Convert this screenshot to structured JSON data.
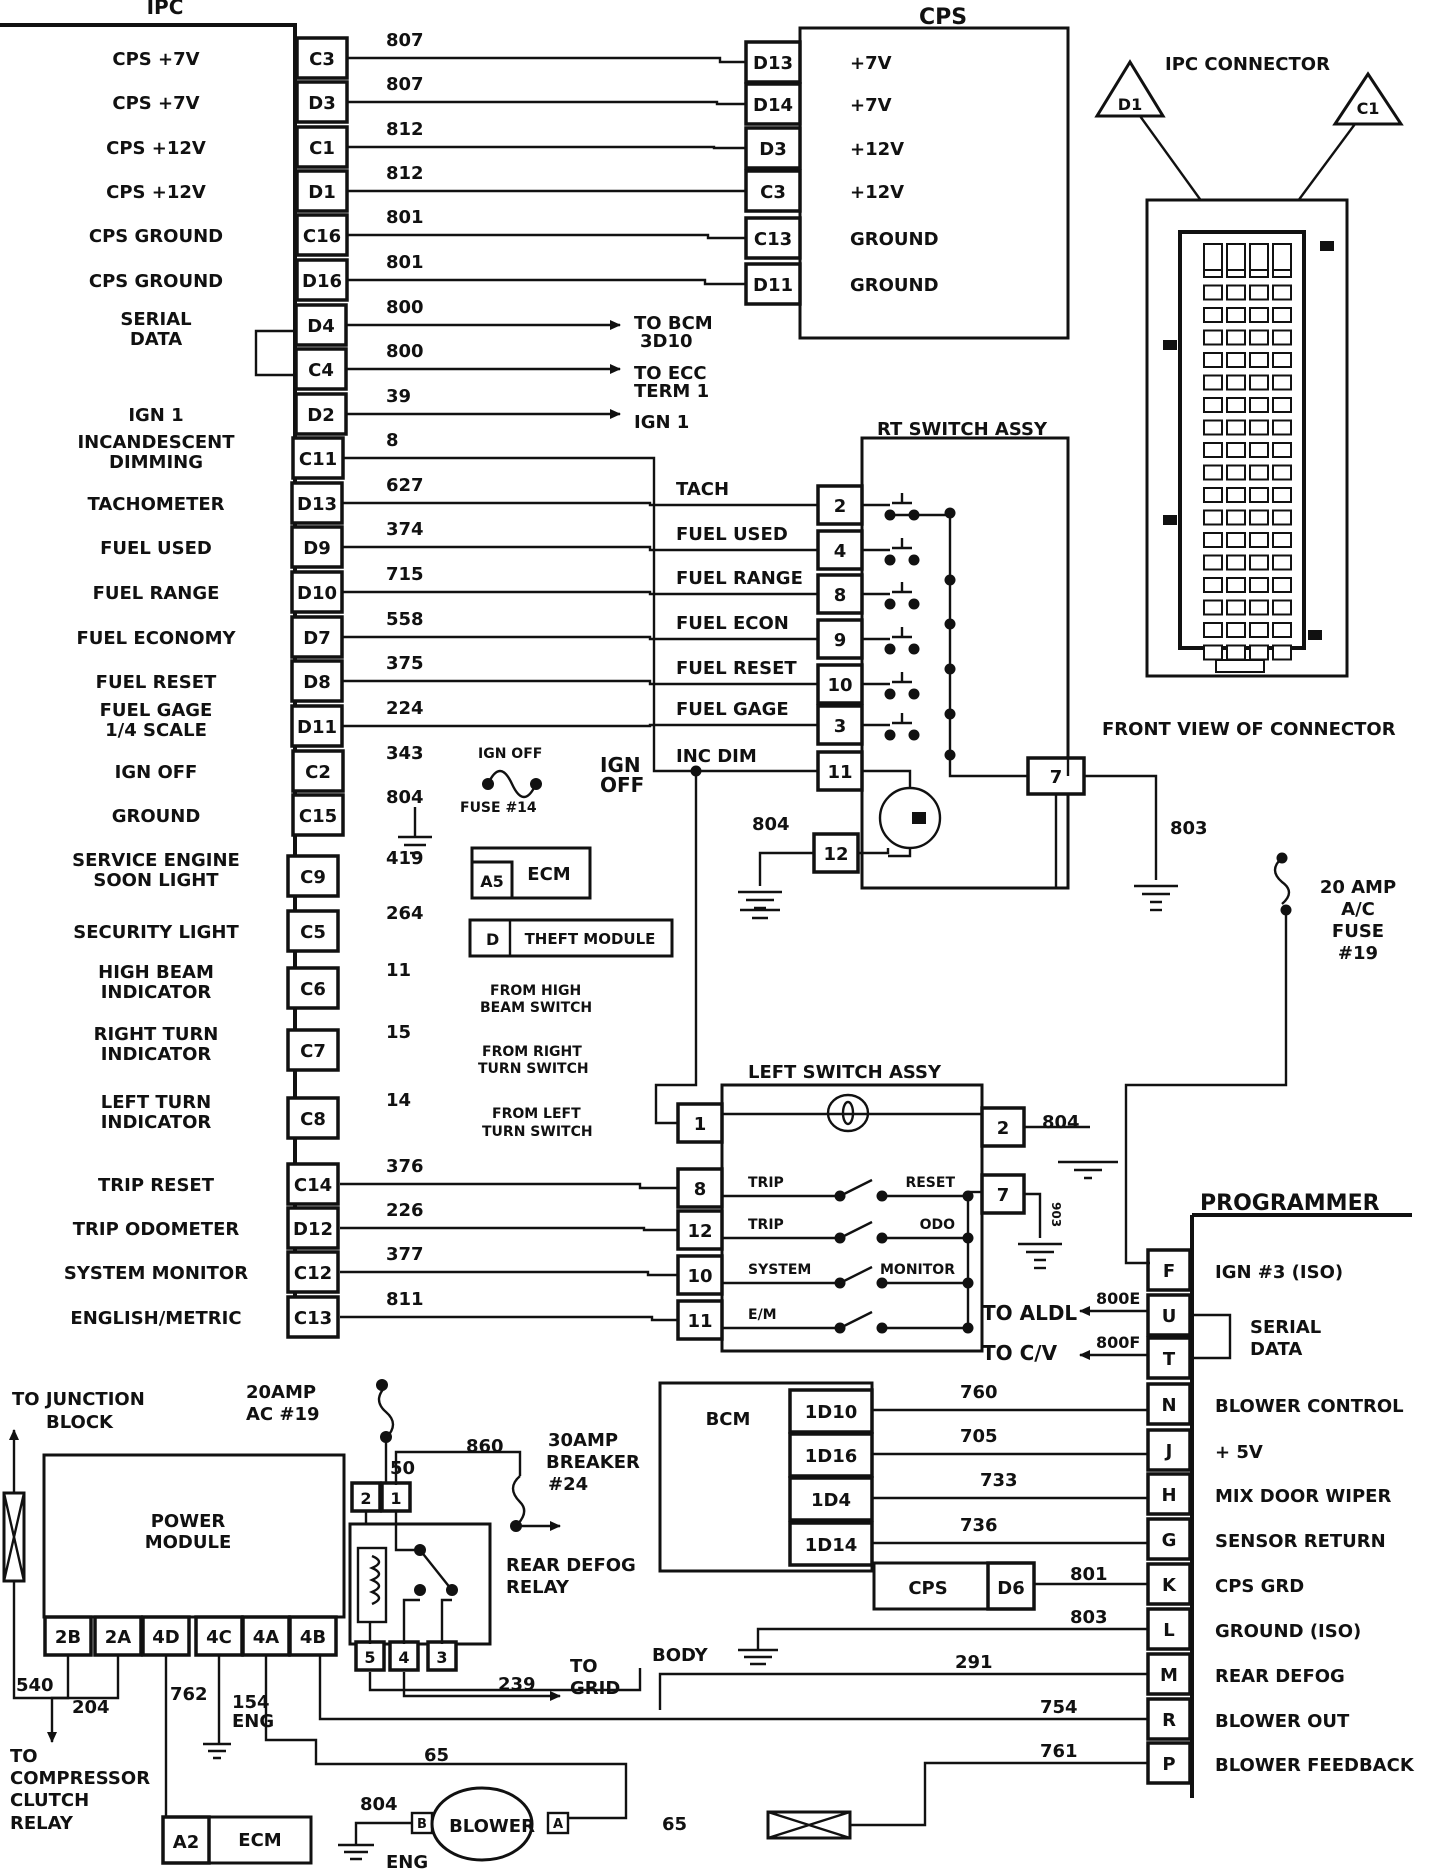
{
  "ipc": {
    "title": "IPC",
    "rows": [
      {
        "label": [
          "CPS +7V"
        ],
        "pin": "C3",
        "wire": "807"
      },
      {
        "label": [
          "CPS +7V"
        ],
        "pin": "D3",
        "wire": "807"
      },
      {
        "label": [
          "CPS +12V"
        ],
        "pin": "C1",
        "wire": "812"
      },
      {
        "label": [
          "CPS +12V"
        ],
        "pin": "D1",
        "wire": "812"
      },
      {
        "label": [
          "CPS GROUND"
        ],
        "pin": "C16",
        "wire": "801"
      },
      {
        "label": [
          "CPS GROUND"
        ],
        "pin": "D16",
        "wire": "801"
      },
      {
        "label": [
          "SERIAL",
          "DATA"
        ],
        "pin": "D4",
        "wire": "800"
      },
      {
        "label": [],
        "pin": "C4",
        "wire": "800"
      },
      {
        "label": [
          "IGN 1"
        ],
        "pin": "D2",
        "wire": "39"
      },
      {
        "label": [
          "INCANDESCENT",
          "DIMMING"
        ],
        "pin": "C11",
        "wire": "8"
      },
      {
        "label": [
          "TACHOMETER"
        ],
        "pin": "D13",
        "wire": "627"
      },
      {
        "label": [
          "FUEL USED"
        ],
        "pin": "D9",
        "wire": "374"
      },
      {
        "label": [
          "FUEL RANGE"
        ],
        "pin": "D10",
        "wire": "715"
      },
      {
        "label": [
          "FUEL ECONOMY"
        ],
        "pin": "D7",
        "wire": "558"
      },
      {
        "label": [
          "FUEL RESET"
        ],
        "pin": "D8",
        "wire": "375"
      },
      {
        "label": [
          "FUEL GAGE",
          "1/4 SCALE"
        ],
        "pin": "D11",
        "wire": "224"
      },
      {
        "label": [
          "IGN OFF"
        ],
        "pin": "C2",
        "wire": "343"
      },
      {
        "label": [
          "GROUND"
        ],
        "pin": "C15",
        "wire": "804"
      },
      {
        "label": [
          "SERVICE ENGINE",
          "SOON LIGHT"
        ],
        "pin": "C9",
        "wire": "419"
      },
      {
        "label": [
          "SECURITY LIGHT"
        ],
        "pin": "C5",
        "wire": "264"
      },
      {
        "label": [
          "HIGH BEAM",
          "INDICATOR"
        ],
        "pin": "C6",
        "wire": "11"
      },
      {
        "label": [
          "RIGHT TURN",
          "INDICATOR"
        ],
        "pin": "C7",
        "wire": "15"
      },
      {
        "label": [
          "LEFT TURN",
          "INDICATOR"
        ],
        "pin": "C8",
        "wire": "14"
      },
      {
        "label": [
          "TRIP RESET"
        ],
        "pin": "C14",
        "wire": "376"
      },
      {
        "label": [
          "TRIP ODOMETER"
        ],
        "pin": "D12",
        "wire": "226"
      },
      {
        "label": [
          "SYSTEM MONITOR"
        ],
        "pin": "C12",
        "wire": "377"
      },
      {
        "label": [
          "ENGLISH/METRIC"
        ],
        "pin": "C13",
        "wire": "811"
      }
    ]
  },
  "cps": {
    "title": "CPS",
    "rows": [
      {
        "pin": "D13",
        "label": "+7V"
      },
      {
        "pin": "D14",
        "label": "+7V"
      },
      {
        "pin": "D3",
        "label": "+12V"
      },
      {
        "pin": "C3",
        "label": "+12V"
      },
      {
        "pin": "C13",
        "label": "GROUND"
      },
      {
        "pin": "D11",
        "label": "GROUND"
      }
    ]
  },
  "destinations": {
    "bcm": [
      "TO BCM",
      "3D10"
    ],
    "ecc": [
      "TO ECC",
      "TERM 1"
    ],
    "ign1": "IGN 1",
    "ign_off": [
      "IGN",
      "OFF"
    ],
    "ign_off_fuse": [
      "IGN OFF",
      "FUSE #14"
    ],
    "ecm_pin": "A5",
    "ecm": "ECM",
    "theft_pin": "D",
    "theft": "THEFT MODULE",
    "high_beam": [
      "FROM HIGH",
      "BEAM SWITCH"
    ],
    "right_turn": [
      "FROM RIGHT",
      "TURN SWITCH"
    ],
    "left_turn": [
      "FROM LEFT",
      "TURN SWITCH"
    ]
  },
  "connector": {
    "title": "IPC CONNECTOR",
    "tri_left": "D1",
    "tri_right": "C1",
    "caption": "FRONT VIEW OF CONNECTOR"
  },
  "rt_switch": {
    "title": "RT SWITCH ASSY",
    "rows": [
      {
        "label": "TACH",
        "pin": "2"
      },
      {
        "label": "FUEL USED",
        "pin": "4"
      },
      {
        "label": "FUEL RANGE",
        "pin": "8"
      },
      {
        "label": "FUEL ECON",
        "pin": "9"
      },
      {
        "label": "FUEL RESET",
        "pin": "10"
      },
      {
        "label": "FUEL GAGE",
        "pin": "3"
      }
    ],
    "inc_dim_label": "INC DIM",
    "pin_11": "11",
    "pin_12": "12",
    "pin_7": "7",
    "wire_804": "804",
    "wire_803": "803"
  },
  "fuse_ac": [
    "20 AMP",
    "A/C",
    "FUSE",
    "#19"
  ],
  "left_switch": {
    "title": "LEFT SWITCH ASSY",
    "pin_1": "1",
    "pin_2": "2",
    "pin_7": "7",
    "wire_804": "804",
    "wire_903": "903",
    "rows": [
      {
        "pin": "8",
        "left": "TRIP",
        "right": "RESET"
      },
      {
        "pin": "12",
        "left": "TRIP",
        "right": "ODO"
      },
      {
        "pin": "10",
        "left": "SYSTEM",
        "right": "MONITOR"
      },
      {
        "pin": "11",
        "left": "E/M",
        "right": ""
      }
    ],
    "to_aldl": "TO ALDL",
    "to_cv": "TO C/V"
  },
  "programmer": {
    "title": "PROGRAMMER",
    "rows": [
      {
        "pin": "F",
        "label": "IGN #3 (ISO)",
        "wire": ""
      },
      {
        "pin": "U",
        "label": "",
        "wire": "800E"
      },
      {
        "pin": "T",
        "label": "",
        "wire": "800F"
      },
      {
        "pin": "N",
        "label": "BLOWER CONTROL",
        "wire": "760"
      },
      {
        "pin": "J",
        "label": "+ 5V",
        "wire": "705"
      },
      {
        "pin": "H",
        "label": "MIX DOOR WIPER",
        "wire": "733"
      },
      {
        "pin": "G",
        "label": "SENSOR RETURN",
        "wire": "736"
      },
      {
        "pin": "K",
        "label": "CPS GRD",
        "wire": "801"
      },
      {
        "pin": "L",
        "label": "GROUND (ISO)",
        "wire": "803"
      },
      {
        "pin": "M",
        "label": "REAR DEFOG",
        "wire": "291"
      },
      {
        "pin": "R",
        "label": "BLOWER OUT",
        "wire": "754"
      },
      {
        "pin": "P",
        "label": "BLOWER FEEDBACK",
        "wire": "761"
      }
    ],
    "serial_data": [
      "SERIAL",
      "DATA"
    ]
  },
  "bcm": {
    "title": "BCM",
    "pins": [
      "1D10",
      "1D16",
      "1D4",
      "1D14"
    ]
  },
  "cps_small": {
    "label": "CPS",
    "pin": "D6"
  },
  "body_label": "BODY",
  "power_module": {
    "title": [
      "POWER",
      "MODULE"
    ],
    "pins": [
      "2B",
      "2A",
      "4D",
      "4C",
      "4A",
      "4B"
    ],
    "to_junction": [
      "TO JUNCTION",
      "BLOCK"
    ],
    "to_compressor": [
      "TO",
      "COMPRESSOR",
      "CLUTCH",
      "RELAY"
    ],
    "wire_540": "540",
    "wire_204": "204",
    "wire_762": "762",
    "wire_154": [
      "154",
      "ENG"
    ]
  },
  "ac_fuse_small": [
    "20AMP",
    "AC #19"
  ],
  "relay": {
    "title": [
      "REAR DEFOG",
      "RELAY"
    ],
    "pins": [
      "2",
      "1",
      "5",
      "4",
      "3"
    ],
    "wire_50": "50",
    "wire_860": "860",
    "wire_239": "239",
    "breaker": [
      "30AMP",
      "BREAKER",
      "#24"
    ],
    "to_grid": [
      "TO",
      "GRID"
    ]
  },
  "ecm_small": {
    "pin": "A2",
    "label": "ECM"
  },
  "blower": {
    "label": "BLOWER",
    "pin_b": "B",
    "pin_a": "A",
    "wire_804": "804",
    "wire_65_top": "65",
    "wire_65_bottom": "65",
    "eng": "ENG"
  }
}
